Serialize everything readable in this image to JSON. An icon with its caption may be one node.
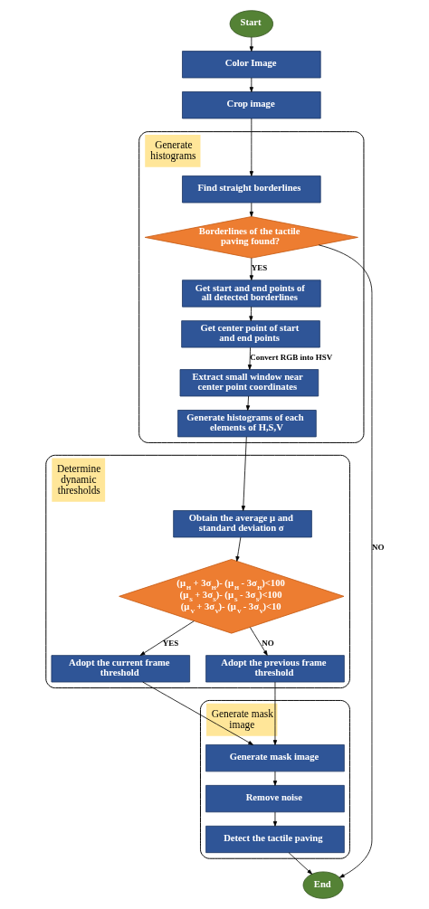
{
  "diagram": {
    "nodes": [
      {
        "text": [
          "Start"
        ]
      },
      {
        "text": [
          "Color Image"
        ]
      },
      {
        "text": [
          "Crop image"
        ]
      },
      {
        "text": [
          "Generate histograms"
        ]
      },
      {
        "text": [
          "Find straight borderlines"
        ],
        "in": 3
      },
      {
        "text": [
          "Borderlines of the tactile paving found?"
        ],
        "in": 3
      },
      {
        "text": [
          "Get start and end points of all detected borderlines"
        ],
        "in": 3
      },
      {
        "text": [
          "Get center point of start and end points"
        ],
        "in": 3
      },
      {
        "text": [
          "Extract small window near center point coordinates"
        ],
        "in": 3
      },
      {
        "text": [
          "Generate histograms of each elements of H,S,V"
        ],
        "in": 3
      },
      {
        "text": [
          "Determine dynamic thresholds"
        ]
      },
      {
        "text": [
          "Obtain the average μ and standard deviation σ"
        ],
        "in": 10
      },
      {
        "text": [
          "(μ$_{H}$ + 3σ$_{H}$)- (μ$_{H}$ - 3σ$_{H}$)<100",
          "(μ$_{S}$ + 3σ$_{S}$)- (μ$_{S}$ - 3σ$_{S}$)<100",
          "(μ$_{V}$ + 3σ$_{V}$)- (μ$_{V}$ - 3σ$_{V}$)<10"
        ],
        "in": 10
      },
      {
        "text": [
          "Adopt the current frame threshold"
        ],
        "in": 10
      },
      {
        "text": [
          "Adopt the previous frame threshold"
        ],
        "in": 10
      },
      {
        "text": [
          "Generate mask image"
        ]
      },
      {
        "text": [
          "Generate mask image"
        ],
        "in": 15
      },
      {
        "text": [
          "Remove noise"
        ],
        "in": 15
      },
      {
        "text": [
          "Detect the tactile paving"
        ],
        "in": 15
      },
      {
        "text": [
          "End"
        ]
      }
    ],
    "edges": [
      {
        "from": 0,
        "to": 1,
        "arrow": "to"
      },
      {
        "from": 1,
        "to": 2,
        "arrow": "to"
      },
      {
        "from": 2,
        "to": 4,
        "arrow": "to"
      },
      {
        "from": 4,
        "to": 5,
        "arrow": "to"
      },
      {
        "from": 5,
        "to": 6,
        "arrow": "to",
        "label": "YES"
      },
      {
        "from": 5,
        "to": 19,
        "arrow": "to",
        "label": "NO"
      },
      {
        "from": 6,
        "to": 7,
        "arrow": "to"
      },
      {
        "from": 7,
        "to": 8,
        "arrow": "to",
        "label": "Convert RGB into HSV"
      },
      {
        "from": 8,
        "to": 9,
        "arrow": "to"
      },
      {
        "from": 9,
        "to": 11,
        "arrow": "to"
      },
      {
        "from": 11,
        "to": 12,
        "arrow": "to"
      },
      {
        "from": 12,
        "to": 13,
        "arrow": "to",
        "label": "YES"
      },
      {
        "from": 12,
        "to": 14,
        "arrow": "to",
        "label": "NO"
      },
      {
        "from": 13,
        "to": 16,
        "arrow": "to"
      },
      {
        "from": 14,
        "to": 16,
        "arrow": "to"
      },
      {
        "from": 16,
        "to": 17,
        "arrow": "to"
      },
      {
        "from": 17,
        "to": 18,
        "arrow": "to"
      },
      {
        "from": 18,
        "to": 19,
        "arrow": "to"
      }
    ]
  }
}
